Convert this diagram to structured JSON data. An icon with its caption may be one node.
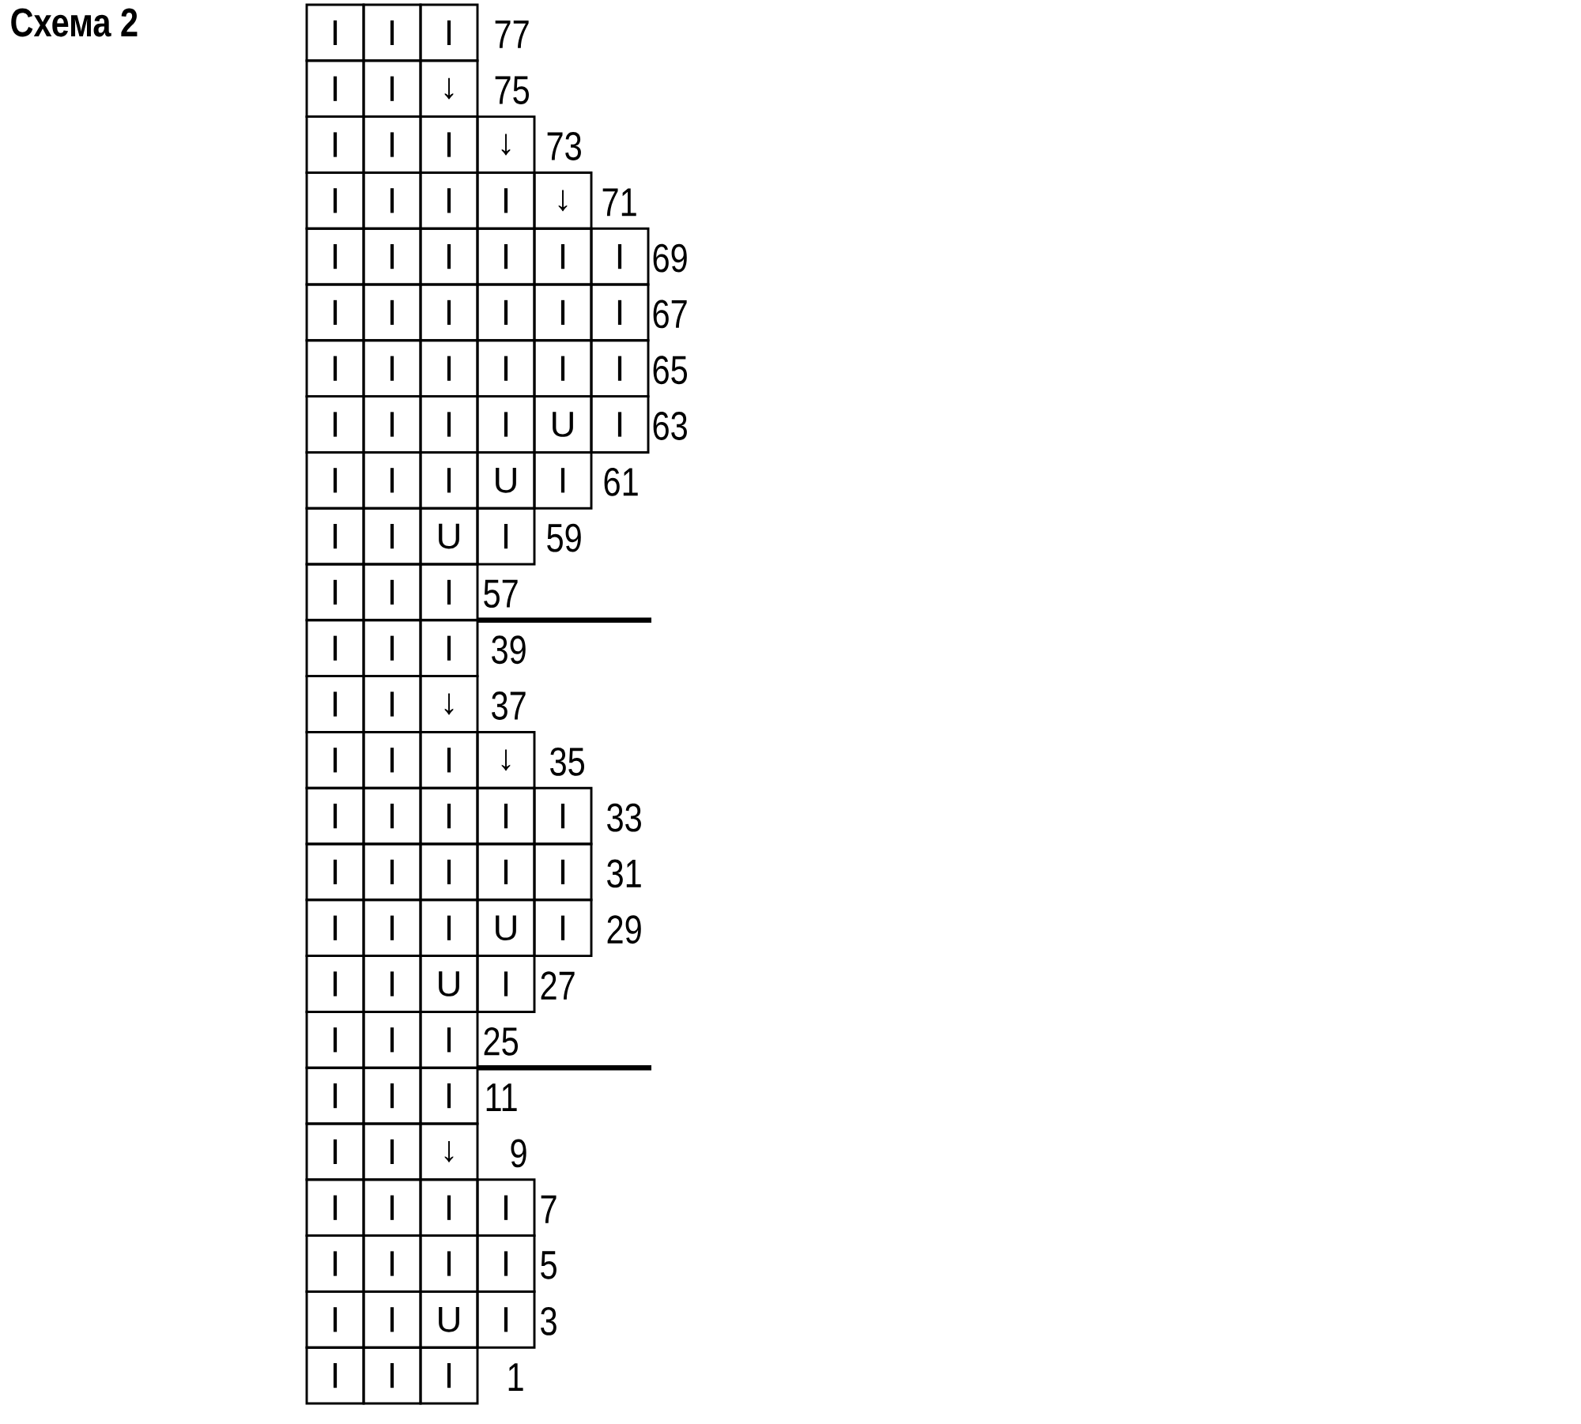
{
  "diagram": {
    "title": "Схема 2",
    "labels": [
      "I",
      "I",
      "I",
      "77",
      "I",
      "I",
      "↓",
      "75",
      "I",
      "I",
      "I",
      "↓",
      "73",
      "I",
      "I",
      "I",
      "I",
      "↓",
      "71",
      "I",
      "I",
      "I",
      "I",
      "I",
      "I",
      "69",
      "I",
      "I",
      "I",
      "I",
      "I",
      "I",
      "67",
      "I",
      "I",
      "I",
      "I",
      "I",
      "I",
      "65",
      "I",
      "I",
      "I",
      "I",
      "U",
      "I",
      "63",
      "I",
      "I",
      "I",
      "U",
      "I",
      "61",
      "I",
      "I",
      "U",
      "I",
      "59",
      "I",
      "I",
      "I",
      "57",
      "I",
      "I",
      "I",
      "39",
      "I",
      "I",
      "↓",
      "37",
      "I",
      "I",
      "I",
      "↓",
      "35",
      "I",
      "I",
      "I",
      "I",
      "I",
      "33",
      "I",
      "I",
      "I",
      "I",
      "I",
      "31",
      "I",
      "I",
      "I",
      "U",
      "I",
      "29",
      "I",
      "I",
      "U",
      "I",
      "27",
      "I",
      "I",
      "I",
      "25",
      "I",
      "I",
      "I",
      "11",
      "I",
      "I",
      "↓",
      "9",
      "I",
      "I",
      "I",
      "I",
      "7",
      "I",
      "I",
      "I",
      "I",
      "5",
      "I",
      "I",
      "U",
      "I",
      "3",
      "I",
      "I",
      "I",
      "1"
    ]
  }
}
